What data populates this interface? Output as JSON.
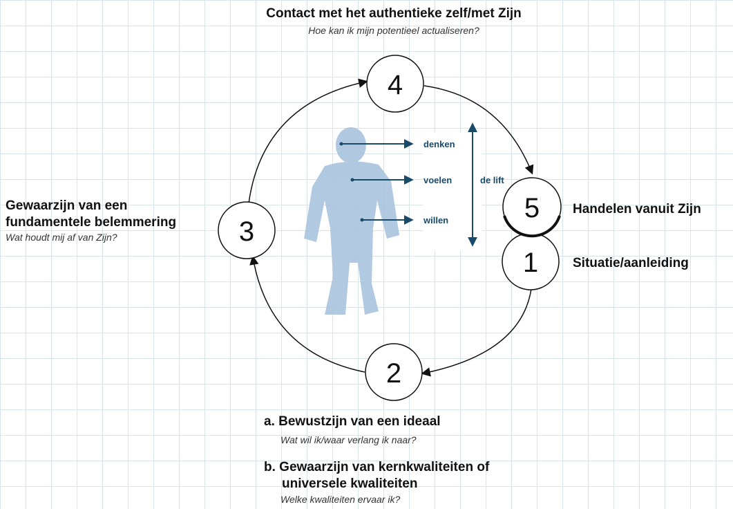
{
  "top": {
    "title": "Contact met het authentieke zelf/met Zijn",
    "subtitle": "Hoe kan ik mijn potentieel actualiseren?"
  },
  "left": {
    "title_line1": "Gewaarzijn van een",
    "title_line2": "fundamentele belemmering",
    "subtitle": "Wat houdt mij af van Zijn?"
  },
  "right": {
    "label_5": "Handelen vanuit Zijn",
    "label_1": "Situatie/aanleiding"
  },
  "bottom": {
    "a_title": "a. Bewustzijn van een ideaal",
    "a_subtitle": "Wat wil ik/waar verlang ik naar?",
    "b_title_line1": "b. Gewaarzijn van kernkwaliteiten of",
    "b_title_line2": "universele kwaliteiten",
    "b_subtitle": "Welke kwaliteiten ervaar ik?"
  },
  "nodes": {
    "n1": "1",
    "n2": "2",
    "n3": "3",
    "n4": "4",
    "n5": "5"
  },
  "figure": {
    "denken": "denken",
    "voelen": "voelen",
    "willen": "willen",
    "lift": "de lift"
  },
  "colors": {
    "arrow_blue": "#1a4a6a",
    "figure_blue": "#a9c3de",
    "grid": "#d9e3ea"
  }
}
